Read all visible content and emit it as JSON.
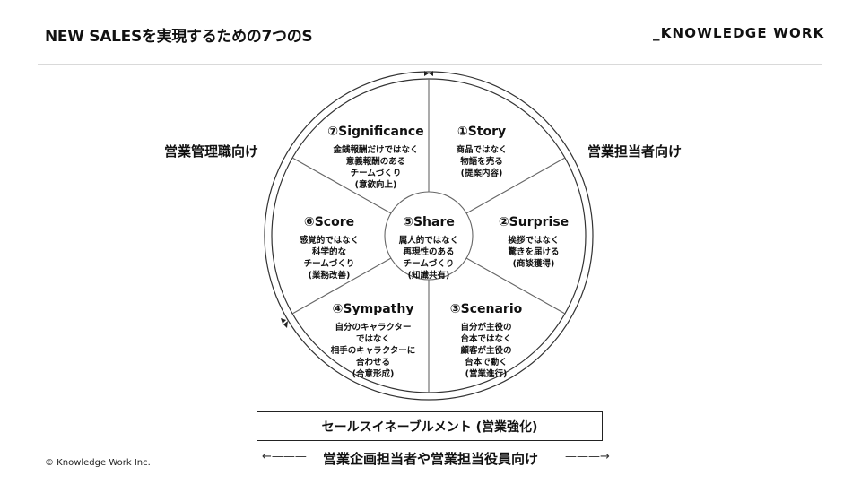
{
  "header": {
    "title": "NEW SALESを実現するための7つのS",
    "logo_text": "_KNOWLEDGE WORK"
  },
  "side_labels": {
    "left": "営業管理職向け",
    "right": "営業担当者向け"
  },
  "segments": [
    {
      "title": "①Story",
      "description": "商品ではなく\n物語を売る\n(提案内容)"
    },
    {
      "title": "②Surprise",
      "description": "挨拶ではなく\n驚きを届ける\n(商談獲得)"
    },
    {
      "title": "③Scenario",
      "description": "自分が主役の\n台本ではなく\n顧客が主役の\n台本で動く\n(営業進行)"
    },
    {
      "title": "④Sympathy",
      "description": "自分のキャラクター\nではなく\n相手のキャラクターに\n合わせる\n(合意形成)"
    },
    {
      "title": "⑥Score",
      "description": "感覚的ではなく\n科学的な\nチームづくり\n(業務改善)"
    },
    {
      "title": "⑦Significance",
      "description": "金銭報酬だけではなく\n意義報酬のある\nチームづくり\n(意欲向上)"
    }
  ],
  "center": {
    "title": "⑤Share",
    "description": "属人的ではなく\n再現性のある\nチームづくり\n(知識共有)"
  },
  "bottom": {
    "box_label": "セールスイネーブルメント (営業強化)",
    "label": "営業企画担当者や営業担当役員向け",
    "arrow_left": "←———",
    "arrow_right": "———→"
  },
  "footer": {
    "copyright": "© Knowledge Work Inc."
  }
}
